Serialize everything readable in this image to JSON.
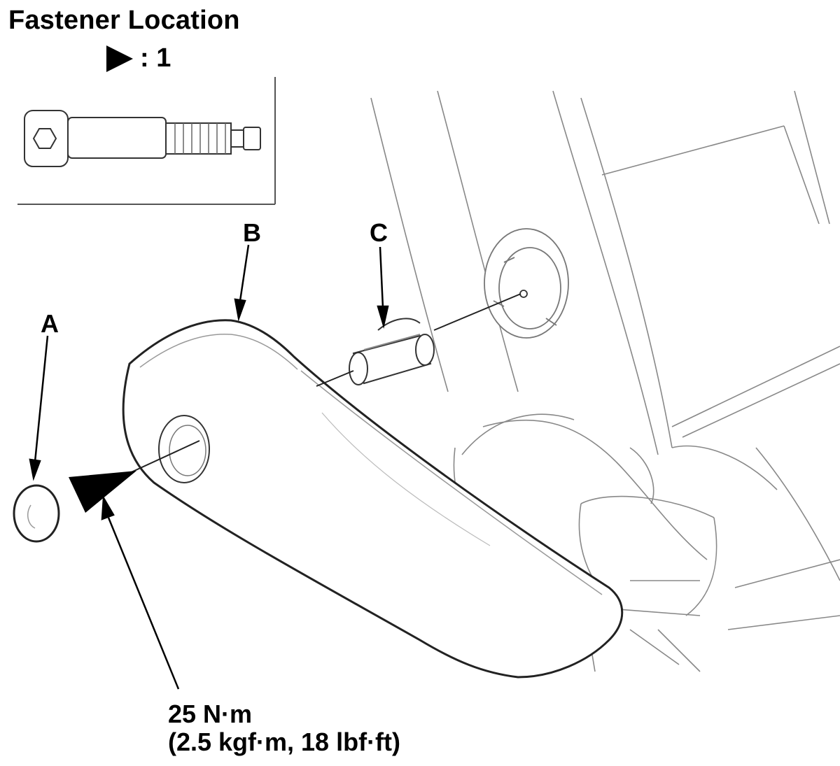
{
  "fastener_location": {
    "title": "Fastener Location",
    "legend_symbol": "solid-triangle-marker",
    "legend_count": ": 1"
  },
  "callouts": {
    "a": "A",
    "b": "B",
    "c": "C"
  },
  "torque": {
    "line1": "25 N·m",
    "line2": "(2.5 kgf·m, 18 lbf·ft)"
  }
}
